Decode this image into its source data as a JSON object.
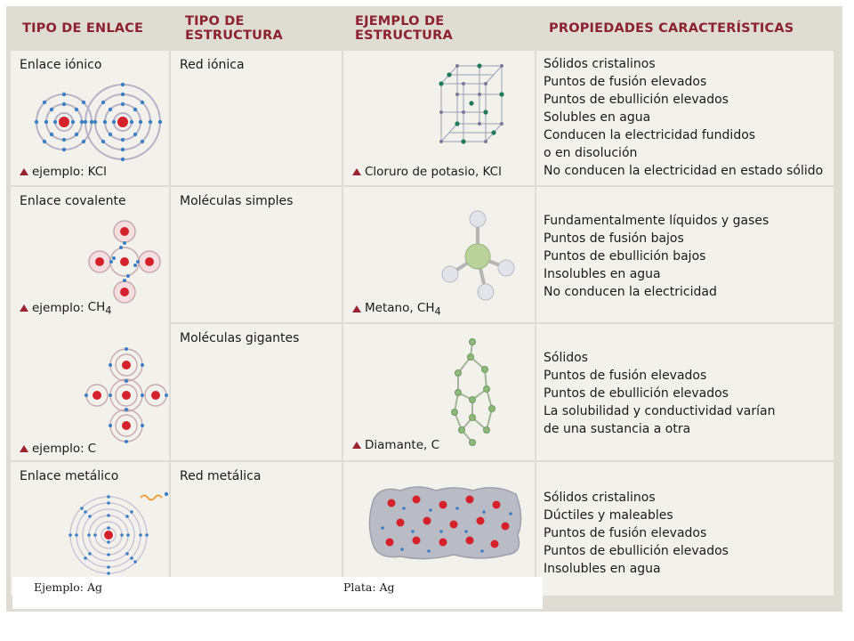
{
  "headers": {
    "bond": "TIPO DE ENLACE",
    "structure": "TIPO DE ESTRUCTURA",
    "example": "EJEMPLO DE ESTRUCTURA",
    "properties": "PROPIEDADES CARACTERÍSTICAS"
  },
  "rows": {
    "ionic": {
      "bond": "Enlace iónico",
      "example_prefix": "ejemplo:",
      "example_formula": "KCl",
      "structure": "Red iónica",
      "example_name": "Cloruro de potasio, KCl",
      "properties": [
        "Sólidos cristalinos",
        "Puntos de fusión elevados",
        "Puntos de ebullición elevados",
        "Solubles en agua",
        "Conducen la electricidad fundidos",
        "o en disolución",
        "No conducen la electricidad en estado sólido"
      ]
    },
    "covalent": {
      "bond": "Enlace covalente",
      "example_prefix": "ejemplo:",
      "example_formula": "CH",
      "example_sub": "4",
      "structure": "Moléculas simples",
      "example_name": "Metano, CH",
      "example_name_sub": "4",
      "properties": [
        "Fundamentalmente líquidos y gases",
        "Puntos de fusión bajos",
        "Puntos de ebullición bajos",
        "Insolubles en agua",
        "No conducen la electricidad"
      ]
    },
    "giant": {
      "example_prefix": "ejemplo:",
      "example_formula": "C",
      "structure": "Moléculas gigantes",
      "example_name": "Diamante, C",
      "properties": [
        "Sólidos",
        "Puntos de fusión elevados",
        "Puntos de ebullición elevados",
        "La solubilidad y conductividad varían",
        "de una sustancia a otra"
      ]
    },
    "metallic": {
      "bond": "Enlace metálico",
      "structure": "Red metálica",
      "properties": [
        "Sólidos cristalinos",
        "Dúctiles y maleables",
        "Puntos de fusión elevados",
        "Puntos de ebullición elevados",
        "Insolubles en agua"
      ]
    }
  },
  "captions": {
    "left": "Ejemplo: Ag",
    "right": "Plata: Ag"
  },
  "colors": {
    "header_text": "#8c2230",
    "accent_triangle": "#9b2230",
    "background": "#dfdcd3",
    "cell": "#f2f1ec",
    "nucleus": "#d4212b",
    "electron": "#3c7fc4",
    "lattice_green": "#1e7a5a"
  },
  "icons": {
    "example_marker": "triangle-icon",
    "ionic_atoms": "kcl-ion-diagram-icon",
    "lattice": "cubic-lattice-icon",
    "methane_model": "ball-and-stick-icon",
    "diamond_model": "diamond-lattice-icon",
    "metal_lattice": "metal-lattice-icon",
    "metal_atom": "silver-atom-diagram-icon"
  }
}
